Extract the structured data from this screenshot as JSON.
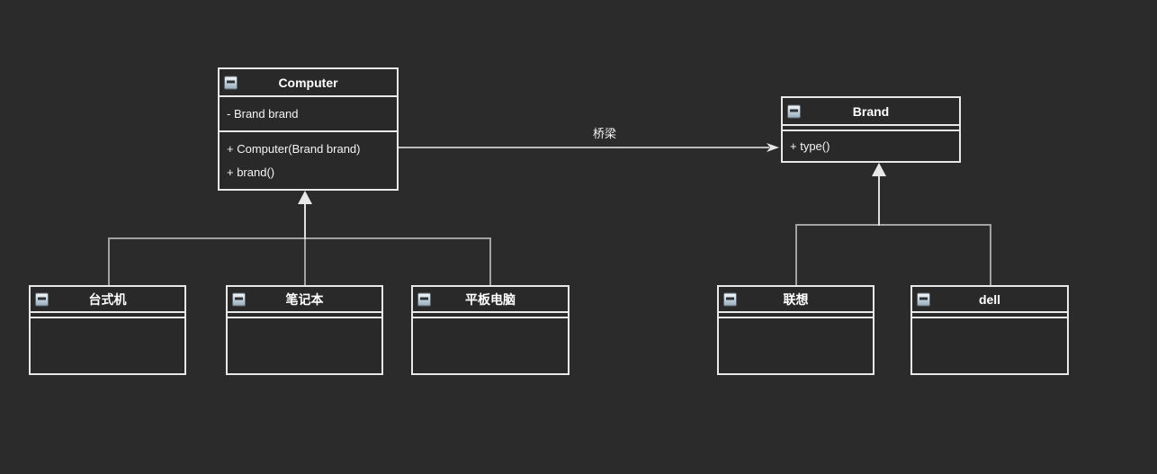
{
  "classes": {
    "computer": {
      "title": "Computer",
      "fields": [
        "- Brand brand"
      ],
      "methods": [
        "+ Computer(Brand brand)",
        "+ brand()"
      ]
    },
    "brand": {
      "title": "Brand",
      "fields": [],
      "methods": [
        "+ type()"
      ]
    },
    "desktop": {
      "title": "台式机",
      "fields": [],
      "methods": []
    },
    "laptop": {
      "title": "笔记本",
      "fields": [],
      "methods": []
    },
    "tablet": {
      "title": "平板电脑",
      "fields": [],
      "methods": []
    },
    "lenovo": {
      "title": "联想",
      "fields": [],
      "methods": []
    },
    "dell": {
      "title": "dell",
      "fields": [],
      "methods": []
    }
  },
  "edges": {
    "bridge": {
      "label": "桥梁",
      "type": "association",
      "from": "Computer",
      "to": "Brand"
    },
    "left_generalization": {
      "type": "generalization",
      "from": [
        "台式机",
        "笔记本",
        "平板电脑"
      ],
      "to": "Computer"
    },
    "right_generalization": {
      "type": "generalization",
      "from": [
        "联想",
        "dell"
      ],
      "to": "Brand"
    }
  },
  "icons": {
    "collapse": "collapse-minus-icon"
  },
  "colors": {
    "background": "#2b2b2b",
    "node_border": "#e8e8e8",
    "connector_line": "#a2a2a2",
    "arrow": "#e8e8e8",
    "text": "#ffffff"
  }
}
